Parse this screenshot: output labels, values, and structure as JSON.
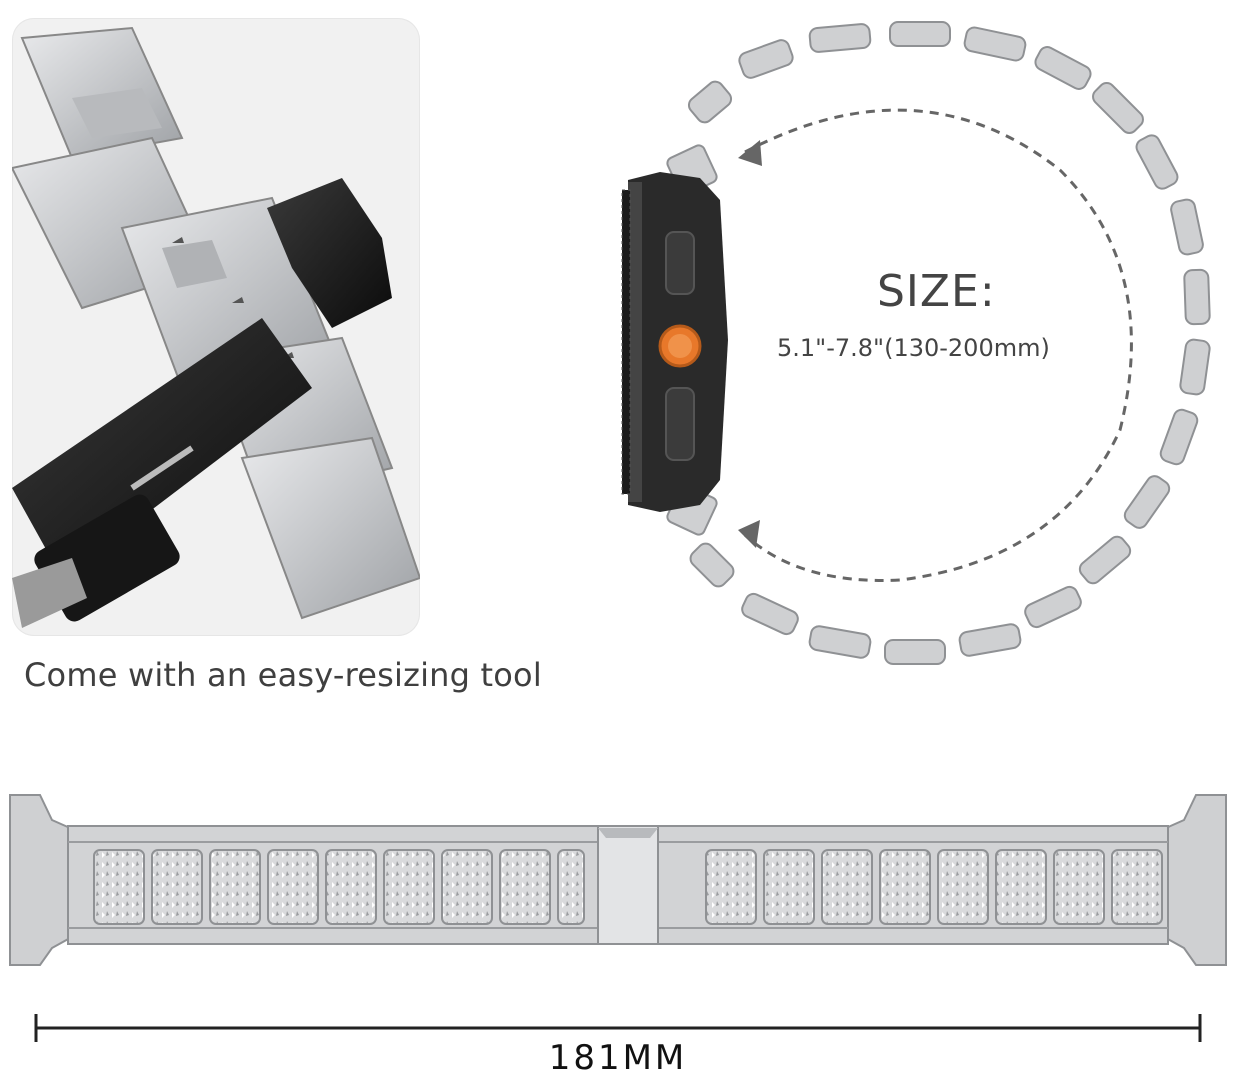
{
  "tool_panel": {
    "caption": "Come with an easy-resizing tool"
  },
  "size_panel": {
    "title": "SIZE:",
    "range": "5.1\"-7.8\"(130-200mm)"
  },
  "band_panel": {
    "length_label": "181MM"
  },
  "colors": {
    "steel": "#c9cacc",
    "steel_dark": "#8d8f92",
    "watch_case": "#2a2a2a",
    "accent_orange": "#e8782a",
    "text": "#444444"
  }
}
